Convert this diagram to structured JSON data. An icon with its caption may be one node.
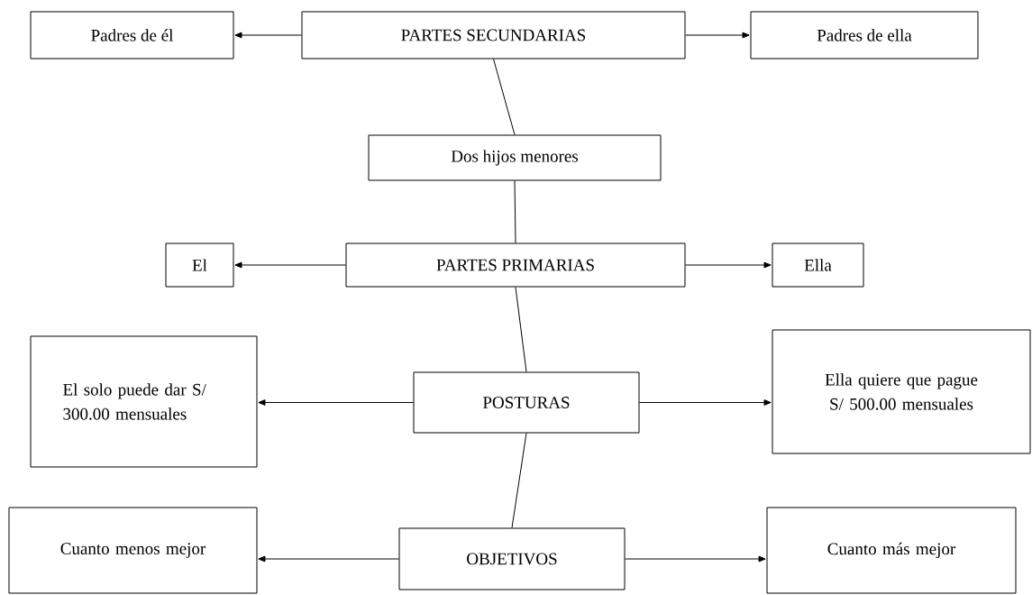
{
  "diagram": {
    "nodes": [
      {
        "text": [
          "Padres de él"
        ]
      },
      {
        "text": [
          "PARTES SECUNDARIAS"
        ]
      },
      {
        "text": [
          "Padres de ella"
        ]
      },
      {
        "text": [
          "Dos hijos menores"
        ]
      },
      {
        "text": [
          "El"
        ]
      },
      {
        "text": [
          "PARTES PRIMARIAS"
        ]
      },
      {
        "text": [
          "Ella"
        ]
      },
      {
        "text": [
          "El solo puede dar S/ 300.00 mensuales"
        ]
      },
      {
        "text": [
          "POSTURAS"
        ]
      },
      {
        "text": [
          "Ella quiere que pague S/ 500.00 mensuales"
        ]
      },
      {
        "text": [
          "Cuanto menos mejor"
        ]
      },
      {
        "text": [
          "OBJETIVOS"
        ]
      },
      {
        "text": [
          "Cuanto más mejor"
        ]
      }
    ],
    "edges": [
      {
        "from": 1,
        "to": 0,
        "arrow": "to"
      },
      {
        "from": 1,
        "to": 2,
        "arrow": "to"
      },
      {
        "from": 1,
        "to": 3,
        "arrow": "none"
      },
      {
        "from": 3,
        "to": 5,
        "arrow": "none"
      },
      {
        "from": 5,
        "to": 4,
        "arrow": "to"
      },
      {
        "from": 5,
        "to": 6,
        "arrow": "to"
      },
      {
        "from": 5,
        "to": 8,
        "arrow": "none"
      },
      {
        "from": 8,
        "to": 7,
        "arrow": "to"
      },
      {
        "from": 8,
        "to": 9,
        "arrow": "to"
      },
      {
        "from": 8,
        "to": 11,
        "arrow": "none"
      },
      {
        "from": 11,
        "to": 10,
        "arrow": "to"
      },
      {
        "from": 11,
        "to": 12,
        "arrow": "to"
      }
    ]
  }
}
